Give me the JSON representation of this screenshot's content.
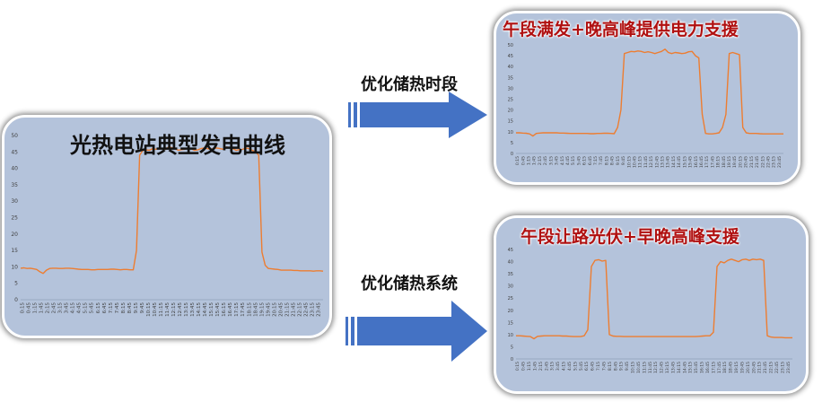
{
  "labels": {
    "top": "优化储热时段",
    "bottom": "优化储热系统"
  },
  "panels": {
    "main": {
      "title": "光热电站典型发电曲线"
    },
    "top_right": {
      "title": "午段满发+晚高峰提供电力支援"
    },
    "bottom_right": {
      "title": "午段让路光伏+早晚高峰支援"
    }
  },
  "colors": {
    "line": "#ed7d31",
    "panel_bg": "#b4c3db",
    "arrow": "#4472c4",
    "title_red": "#b01010"
  },
  "chart_data": [
    {
      "type": "line",
      "title": "光热电站典型发电曲线",
      "ylim": [
        0,
        50
      ],
      "yticks": [
        0,
        5,
        10,
        15,
        20,
        25,
        30,
        35,
        40,
        45,
        50
      ],
      "x": [
        0.25,
        0.5,
        0.75,
        1,
        1.25,
        1.5,
        1.75,
        2,
        2.25,
        2.5,
        2.75,
        3,
        3.25,
        3.5,
        3.75,
        4,
        4.25,
        4.5,
        4.75,
        5,
        5.25,
        5.5,
        5.75,
        6,
        6.25,
        6.5,
        6.75,
        7,
        7.25,
        7.5,
        7.75,
        8,
        8.25,
        8.5,
        8.75,
        9,
        9.25,
        9.5,
        9.75,
        10,
        10.25,
        10.5,
        10.75,
        11,
        11.25,
        11.5,
        11.75,
        12,
        12.25,
        12.5,
        12.75,
        13,
        13.25,
        13.5,
        13.75,
        14,
        14.25,
        14.5,
        14.75,
        15,
        15.25,
        15.5,
        15.75,
        16,
        16.25,
        16.5,
        16.75,
        17,
        17.25,
        17.5,
        17.75,
        18,
        18.25,
        18.5,
        18.75,
        19,
        19.25,
        19.5,
        19.75,
        20,
        20.25,
        20.5,
        20.75,
        21,
        21.25,
        21.5,
        21.75,
        22,
        22.25,
        22.5,
        22.75,
        23,
        23.25,
        23.5,
        23.75
      ],
      "xtick_labels": [
        "0:15",
        "0:45",
        "1:15",
        "1:45",
        "2:15",
        "2:45",
        "3:15",
        "3:45",
        "4:15",
        "4:45",
        "5:15",
        "5:45",
        "6:15",
        "6:45",
        "7:15",
        "7:45",
        "8:15",
        "8:45",
        "9:15",
        "9:45",
        "10:15",
        "10:45",
        "11:15",
        "11:45",
        "12:15",
        "12:45",
        "13:15",
        "13:45",
        "14:15",
        "14:45",
        "15:15",
        "15:45",
        "16:15",
        "16:45",
        "17:15",
        "17:45",
        "18:15",
        "18:45",
        "19:15",
        "19:45",
        "20:15",
        "20:45",
        "21:15",
        "21:45",
        "22:15",
        "22:45",
        "23:15",
        "23:45"
      ],
      "values": [
        9.6,
        9.7,
        9.5,
        9.6,
        9.4,
        9.2,
        8.5,
        8.0,
        9.0,
        9.5,
        9.6,
        9.6,
        9.5,
        9.5,
        9.6,
        9.6,
        9.5,
        9.4,
        9.3,
        9.2,
        9.2,
        9.2,
        9.1,
        9.1,
        9.2,
        9.2,
        9.2,
        9.2,
        9.3,
        9.3,
        9.2,
        9.1,
        9.2,
        9.2,
        9.1,
        9.1,
        15.0,
        44.0,
        45.5,
        45.6,
        45.5,
        46.0,
        45.8,
        46.2,
        46.0,
        45.8,
        46.5,
        46.3,
        46.0,
        45.5,
        45.7,
        45.8,
        46.2,
        46.0,
        45.5,
        45.6,
        46.0,
        46.2,
        46.0,
        45.8,
        46.0,
        46.2,
        46.0,
        45.8,
        46.5,
        46.3,
        46.0,
        45.5,
        45.7,
        45.8,
        46.2,
        46.0,
        45.5,
        45.0,
        44.0,
        14.5,
        10.5,
        9.5,
        9.4,
        9.3,
        9.2,
        9.0,
        9.0,
        9.0,
        9.0,
        8.9,
        8.9,
        8.8,
        8.8,
        8.8,
        8.8,
        8.7,
        8.8,
        8.8,
        8.7
      ]
    },
    {
      "type": "line",
      "title": "午段满发+晚高峰提供电力支援",
      "ylim": [
        0,
        50
      ],
      "yticks": [
        0,
        5,
        10,
        15,
        20,
        25,
        30,
        35,
        40,
        45,
        50
      ],
      "xtick_labels": [
        "0:15",
        "0:45",
        "1:15",
        "1:45",
        "2:15",
        "2:45",
        "3:15",
        "3:45",
        "4:15",
        "4:45",
        "5:15",
        "5:45",
        "6:15",
        "6:45",
        "7:15",
        "7:45",
        "8:15",
        "8:45",
        "9:15",
        "9:45",
        "10:15",
        "10:45",
        "11:15",
        "11:45",
        "12:15",
        "12:45",
        "13:15",
        "13:45",
        "14:15",
        "14:45",
        "15:15",
        "15:45",
        "16:15",
        "16:45",
        "17:15",
        "17:45",
        "18:15",
        "18:45",
        "19:15",
        "19:45",
        "20:15",
        "20:45",
        "21:15",
        "21:45",
        "22:15",
        "22:45",
        "23:15",
        "23:45"
      ],
      "values": [
        9.5,
        9.5,
        9.4,
        9.3,
        9.0,
        8.0,
        9.2,
        9.4,
        9.5,
        9.5,
        9.5,
        9.5,
        9.5,
        9.4,
        9.4,
        9.3,
        9.2,
        9.2,
        9.2,
        9.2,
        9.2,
        9.2,
        9.1,
        9.1,
        9.2,
        9.2,
        9.3,
        9.3,
        9.2,
        9.1,
        12.0,
        20.0,
        46.0,
        46.5,
        47.0,
        46.8,
        47.2,
        47.0,
        46.5,
        46.8,
        46.5,
        46.0,
        46.5,
        47.0,
        48.0,
        46.5,
        46.0,
        46.5,
        46.3,
        46.0,
        46.2,
        46.8,
        47.0,
        45.0,
        44.0,
        18.0,
        9.2,
        9.0,
        9.0,
        9.2,
        9.5,
        12.0,
        18.0,
        46.0,
        46.5,
        46.0,
        45.5,
        12.0,
        9.5,
        9.2,
        9.2,
        9.2,
        9.1,
        9.0,
        9.0,
        9.0,
        9.0,
        9.0,
        9.0,
        9.0
      ]
    },
    {
      "type": "line",
      "title": "午段让路光伏+早晚高峰支援",
      "ylim": [
        0,
        45
      ],
      "yticks": [
        0,
        5,
        10,
        15,
        20,
        25,
        30,
        35,
        40,
        45
      ],
      "xtick_labels": [
        "0:15",
        "0:45",
        "1:15",
        "1:45",
        "2:15",
        "2:45",
        "3:15",
        "3:45",
        "4:15",
        "4:45",
        "5:15",
        "5:45",
        "6:15",
        "6:45",
        "7:15",
        "7:45",
        "8:15",
        "8:45",
        "9:15",
        "9:45",
        "10:15",
        "10:45",
        "11:15",
        "11:45",
        "12:15",
        "12:45",
        "13:15",
        "13:45",
        "14:15",
        "14:45",
        "15:15",
        "15:45",
        "16:15",
        "16:45",
        "17:15",
        "17:45",
        "18:15",
        "18:45",
        "19:15",
        "19:45",
        "20:15",
        "20:45",
        "21:15",
        "21:45",
        "22:15",
        "22:45",
        "23:15",
        "23:45"
      ],
      "values": [
        9.5,
        9.5,
        9.4,
        9.3,
        9.2,
        8.3,
        9.3,
        9.4,
        9.5,
        9.5,
        9.5,
        9.5,
        9.5,
        9.4,
        9.4,
        9.3,
        9.2,
        9.2,
        9.2,
        9.5,
        12.0,
        38.0,
        40.5,
        40.8,
        40.2,
        40.5,
        10.0,
        9.4,
        9.3,
        9.3,
        9.2,
        9.2,
        9.2,
        9.2,
        9.2,
        9.2,
        9.2,
        9.2,
        9.2,
        9.2,
        9.2,
        9.2,
        9.2,
        9.2,
        9.2,
        9.2,
        9.2,
        9.2,
        9.2,
        9.2,
        9.2,
        9.3,
        9.4,
        9.5,
        9.5,
        11.0,
        38.0,
        40.0,
        39.5,
        40.5,
        41.0,
        40.5,
        40.0,
        40.8,
        41.0,
        40.5,
        41.0,
        40.8,
        41.0,
        40.5,
        9.5,
        9.0,
        8.8,
        8.8,
        8.8,
        8.7,
        8.7,
        8.7
      ]
    }
  ]
}
